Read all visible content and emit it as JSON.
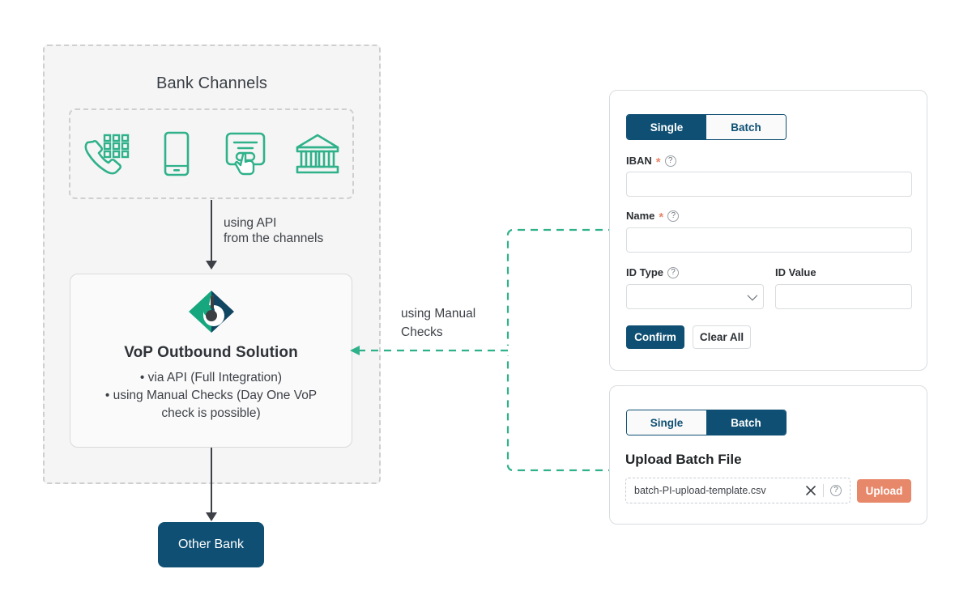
{
  "diagram": {
    "bank_channels_title": "Bank Channels",
    "channel_icons": [
      "phone-keypad-icon",
      "mobile-phone-icon",
      "online-banking-click-icon",
      "bank-building-icon"
    ],
    "api_label": "using API\nfrom the channels",
    "manual_label": "using Manual\nChecks",
    "vop_title": "VoP Outbound Solution",
    "vop_bullets": [
      "• via API (Full Integration)",
      "• using Manual Checks (Day One VoP",
      "check is possible)"
    ],
    "other_bank_label": "Other Bank"
  },
  "panel_single": {
    "tabs": [
      {
        "label": "Single",
        "active": true
      },
      {
        "label": "Batch",
        "active": false
      }
    ],
    "fields": {
      "iban": {
        "label": "IBAN",
        "required": "*",
        "value": "",
        "placeholder": ""
      },
      "name": {
        "label": "Name",
        "required": "*",
        "value": "",
        "placeholder": ""
      },
      "id_type": {
        "label": "ID Type",
        "value": "",
        "placeholder": ""
      },
      "id_value": {
        "label": "ID Value",
        "value": "",
        "placeholder": ""
      }
    },
    "buttons": {
      "confirm": "Confirm",
      "clear_all": "Clear All"
    },
    "help_icon": "?"
  },
  "panel_batch": {
    "tabs": [
      {
        "label": "Single",
        "active": false
      },
      {
        "label": "Batch",
        "active": true
      }
    ],
    "upload_title": "Upload Batch File",
    "file_name": "batch-PI-upload-template.csv",
    "upload_button": "Upload",
    "help_icon": "?"
  },
  "colors": {
    "brand_navy": "#0e4f73",
    "brand_teal": "#2fb18a",
    "accent_salmon": "#e8886b",
    "panel_bg": "#f5f5f5",
    "text_dark": "#3d4147"
  }
}
